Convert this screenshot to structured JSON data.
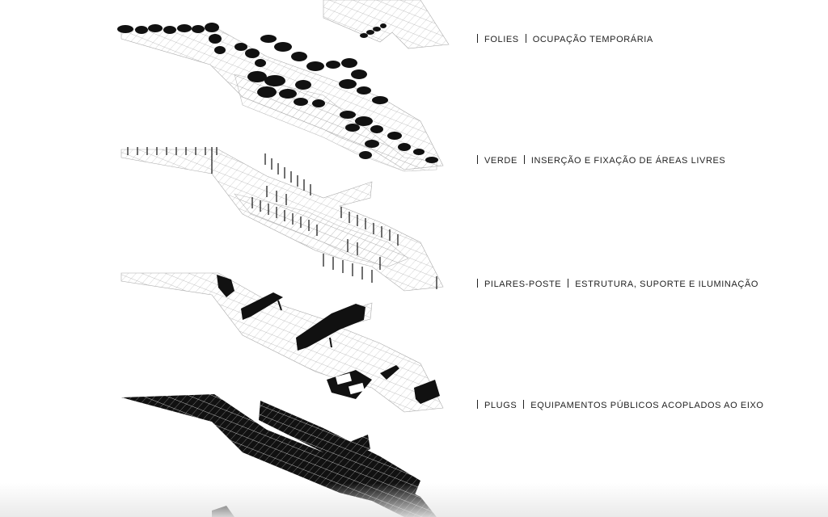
{
  "layers": [
    {
      "name": "FOLIES",
      "description": "OCUPAÇÃO TEMPORÁRIA"
    },
    {
      "name": "VERDE",
      "description": "INSERÇÃO E FIXAÇÃO DE ÁREAS LIVRES"
    },
    {
      "name": "PILARES-POSTE",
      "description": "ESTRUTURA, SUPORTE E ILUMINAÇÃO"
    },
    {
      "name": "PLUGS",
      "description": "EQUIPAMENTOS PÚBLICOS ACOPLADOS AO EIXO"
    }
  ],
  "colors": {
    "ink": "#111111",
    "grid": "#9a9a9a",
    "background": "#ffffff"
  }
}
